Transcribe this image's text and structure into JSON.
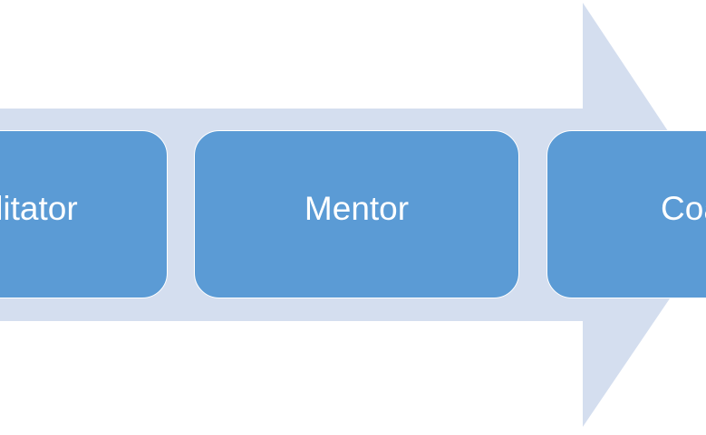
{
  "diagram": {
    "type": "process-arrow",
    "colors": {
      "arrow": "#d4deef",
      "box": "#5b9bd5",
      "box_border": "#ffffff",
      "text": "#ffffff",
      "background": "#ffffff"
    },
    "stages": [
      {
        "label": "Facilitator"
      },
      {
        "label": "Mentor"
      },
      {
        "label": "Coach"
      }
    ]
  }
}
